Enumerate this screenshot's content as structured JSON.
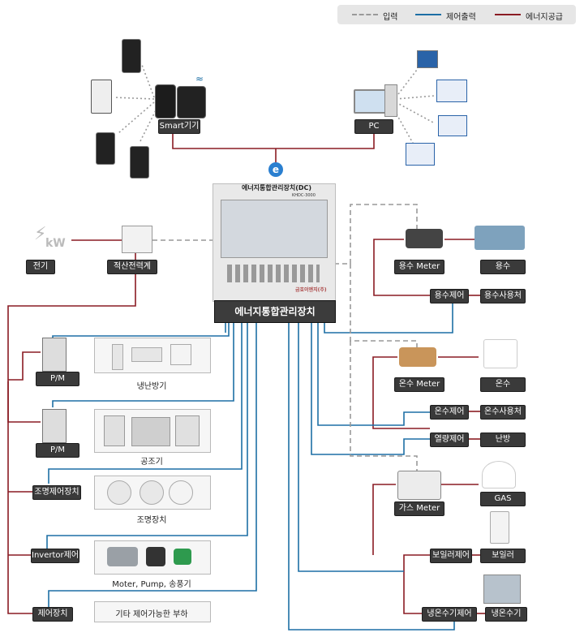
{
  "legend": {
    "input": "입력",
    "control": "제어출력",
    "supply": "에너지공급"
  },
  "colors": {
    "input": "#999999",
    "control": "#1d6fa5",
    "supply": "#8a1c23",
    "label_bg": "#3a3a3a"
  },
  "center": {
    "device_title": "에너지통합관리장치(DC)",
    "model": "KHDC-3000",
    "name": "에너지통합관리장치",
    "maker": "금호이엔지(주)"
  },
  "top": {
    "smart": "Smart기기",
    "pc": "PC"
  },
  "power": {
    "electric": "전기",
    "meter": "적산전력계",
    "kw": "kW"
  },
  "left": {
    "pm1": "P/M",
    "pm1_caption": "냉난방기",
    "pm2": "P/M",
    "pm2_caption": "공조기",
    "light": "조명제어장치",
    "light_caption": "조명장치",
    "inverter": "Invertor제어",
    "inverter_caption": "Moter, Pump, 송풍기",
    "control": "제어장치",
    "control_caption": "기타 제어가능한 부하"
  },
  "right": {
    "water_meter": "용수 Meter",
    "water": "용수",
    "water_ctrl": "용수제어",
    "water_user": "용수사용처",
    "hot_meter": "온수 Meter",
    "hot": "온수",
    "hot_ctrl": "온수제어",
    "hot_user": "온수사용처",
    "heat_ctrl": "열량제어",
    "heating": "난방",
    "gas_meter": "가스 Meter",
    "gas": "GAS",
    "boiler_ctrl": "보일러제어",
    "boiler": "보일러",
    "chiller_ctrl": "냉온수기제어",
    "chiller": "냉온수기"
  }
}
